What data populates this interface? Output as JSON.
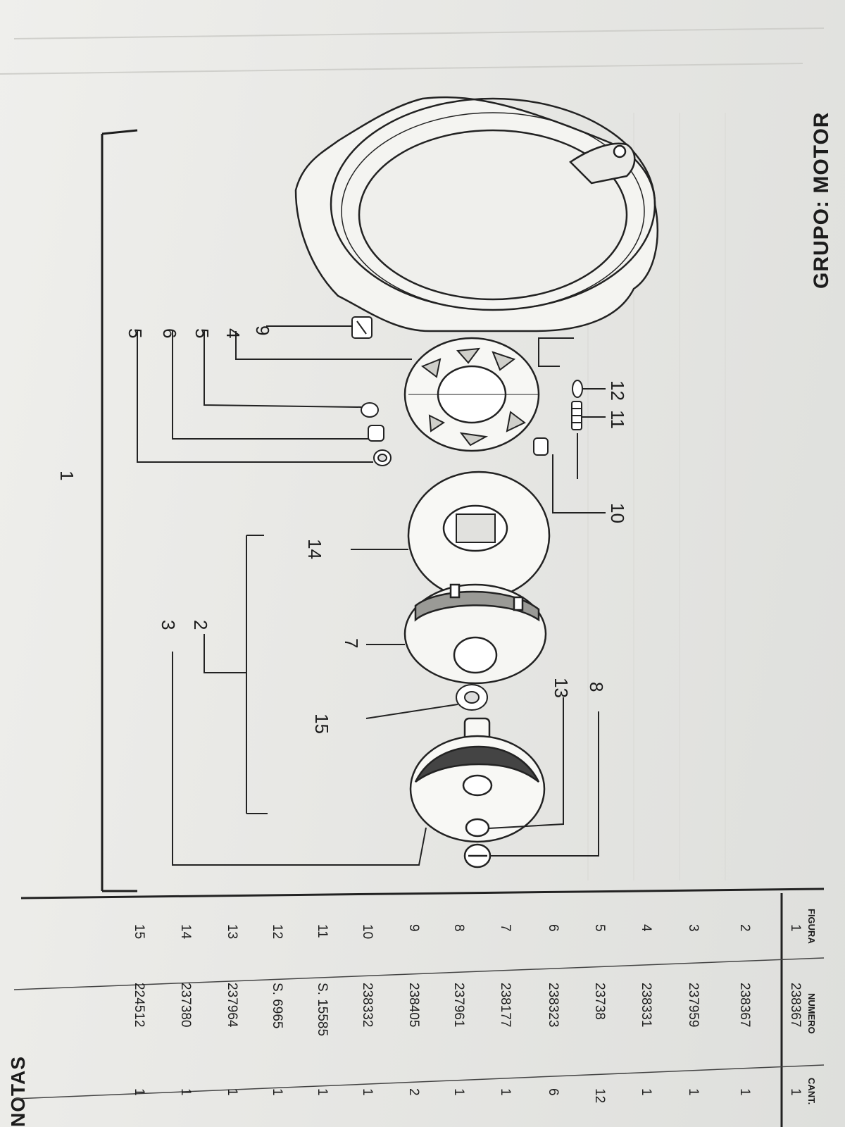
{
  "page": {
    "group_title": "GRUPO: MOTOR",
    "notes_label": "NOTAS"
  },
  "table": {
    "headers": {
      "figura": "FIGURA",
      "numero": "NUMERO",
      "cant": "CANT."
    },
    "rows": [
      {
        "figura": "1",
        "numero": "238367",
        "cant": "1"
      },
      {
        "figura": "2",
        "numero": "238367",
        "cant": "1"
      },
      {
        "figura": "3",
        "numero": "237959",
        "cant": "1"
      },
      {
        "figura": "4",
        "numero": "238331",
        "cant": "1"
      },
      {
        "figura": "5",
        "numero": "23738",
        "cant": "12"
      },
      {
        "figura": "6",
        "numero": "238323",
        "cant": "6"
      },
      {
        "figura": "7",
        "numero": "238177",
        "cant": "1"
      },
      {
        "figura": "8",
        "numero": "237961",
        "cant": "1"
      },
      {
        "figura": "9",
        "numero": "238405",
        "cant": "2"
      },
      {
        "figura": "10",
        "numero": "238332",
        "cant": "1"
      },
      {
        "figura": "11",
        "numero": "S. 15585",
        "cant": "1"
      },
      {
        "figura": "12",
        "numero": "S. 6965",
        "cant": "1"
      },
      {
        "figura": "13",
        "numero": "237964",
        "cant": "1"
      },
      {
        "figura": "14",
        "numero": "237380",
        "cant": "1"
      },
      {
        "figura": "15",
        "numero": "224512",
        "cant": "1"
      }
    ]
  },
  "callouts": {
    "c1": "1",
    "c2": "2",
    "c3": "3",
    "c4": "4",
    "c5a": "5",
    "c5b": "5",
    "c6": "6",
    "c7": "7",
    "c8": "8",
    "c9": "9",
    "c10": "10",
    "c11": "11",
    "c12": "12",
    "c13": "13",
    "c14": "14",
    "c15": "15"
  }
}
